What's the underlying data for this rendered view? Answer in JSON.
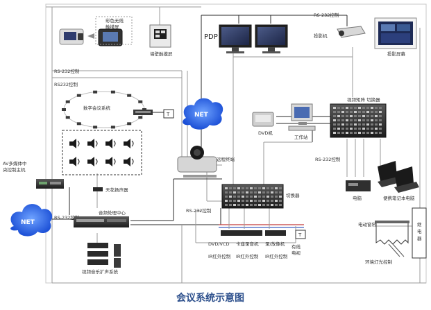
{
  "labels": {
    "color_lcd_touch": "彩色无线\n触摸屏",
    "wall_touch_panel": "墙壁触摸屏",
    "rs232_top_right": "RS-232控制",
    "projector": "投影机",
    "projection_screen": "投影屏幕",
    "pdp": "PDP",
    "rs232_left_top": "RS-232控制",
    "rs232_left_second": "RS232控制",
    "digital_conference_system": "数字会议系统",
    "t_box": "T",
    "net": "NET",
    "remote_terminal": "远程终端",
    "matrix_switcher": "视频矩阵 切换器",
    "dvd": "DVD机",
    "workstation": "工作站",
    "rs232_right": "RS-232控制",
    "ceiling_speaker": "天花扬声器",
    "av_host": "AV多媒体中\n央控制主机",
    "rs232_bottom_left": "RS-232控制",
    "audio_center": "音频处理中心",
    "switcher": "切换器",
    "rs232_center": "RS-232控制",
    "computer": "电脑",
    "laptop": "便携笔记本电脑",
    "power_amp_system": "视频音乐扩声系统",
    "dvd_vcd": "DVD/VCD",
    "ir_control_1": "IR红外控制",
    "tape_recorder": "卡座录音机",
    "ir_control_2": "IR红外控制",
    "tv_receiver": "录/放像机",
    "ir_control_3": "IR红外控制",
    "cable_tv": "有线\n电视",
    "electric_curtain": "电动窗帘",
    "light_control": "环境灯光控制",
    "relay": "继\n电\n器",
    "title": "会议系统示意图"
  }
}
